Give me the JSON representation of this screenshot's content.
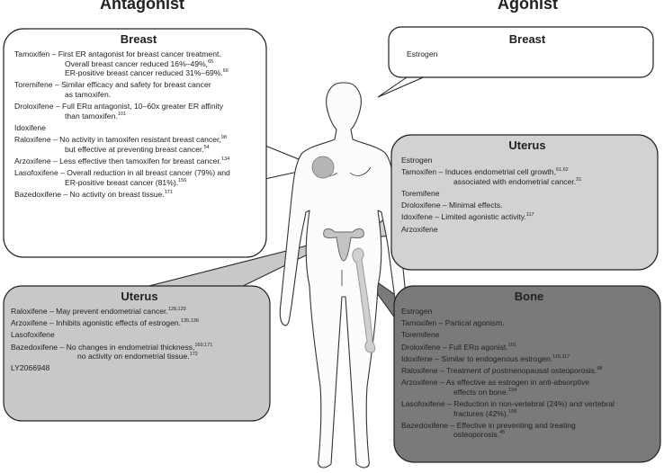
{
  "headings": {
    "antagonist": "Antagonist",
    "agonist": "Agonist"
  },
  "colors": {
    "white_bubble": "#ffffff",
    "light_gray_bubble": "#c8c8c8",
    "mid_gray_bubble": "#d2d2d2",
    "dark_gray_bubble": "#7a7a7a",
    "organ_highlight": "#b5b5b5"
  },
  "antagonist_breast": {
    "title": "Breast",
    "entries": [
      {
        "lines": [
          "Tamoxifen – First ER antagonist for breast cancer treatment.",
          "Overall breast cancer reduced 16%–49%,",
          "ER-positive breast cancer reduced 31%–69%."
        ],
        "sups": [
          "",
          "65",
          "66"
        ]
      },
      {
        "lines": [
          "Toremifene – Similar efficacy and safety for breast cancer",
          "as tamoxifen."
        ],
        "sups": [
          "",
          ""
        ]
      },
      {
        "lines": [
          "Droloxifene – Full ERα antagonist, 10–60x greater ER affinity",
          "than tamoxifen."
        ],
        "sups": [
          "",
          "101"
        ]
      },
      {
        "lines": [
          "Idoxifene"
        ],
        "sups": [
          ""
        ]
      },
      {
        "lines": [
          "Raloxifene – No activity in tamoxifen resistant breast cancer,",
          "but effective at preventing breast cancer."
        ],
        "sups": [
          "98",
          "54"
        ]
      },
      {
        "lines": [
          "Arzoxifene – Less effective then tamoxifen for breast cancer."
        ],
        "sups": [
          "134"
        ]
      },
      {
        "lines": [
          "Lasofoxifene – Overall reduction in all breast cancer (79%) and",
          "ER-positive breast cancer (81%)."
        ],
        "sups": [
          "",
          "156"
        ]
      },
      {
        "lines": [
          "Bazedoxifene – No activity on breast tissue."
        ],
        "sups": [
          "171"
        ]
      }
    ]
  },
  "antagonist_uterus": {
    "title": "Uterus",
    "entries": [
      {
        "lines": [
          "Raloxifene – May prevent endometrial cancer."
        ],
        "sups": [
          "128,129"
        ]
      },
      {
        "lines": [
          "Arzoxifene – Inhibits agonistic effects of estrogen."
        ],
        "sups": [
          "135,136"
        ]
      },
      {
        "lines": [
          "Lasofoxifene"
        ],
        "sups": [
          ""
        ]
      },
      {
        "lines": [
          "Bazedoxifene –  No changes in endometrial thickness,",
          "no activity on endometrial tissue."
        ],
        "sups": [
          "169,171",
          "172"
        ]
      },
      {
        "lines": [
          "LY2066948"
        ],
        "sups": [
          ""
        ]
      }
    ]
  },
  "agonist_breast": {
    "title": "Breast",
    "entries": [
      {
        "lines": [
          "Estrogen"
        ],
        "sups": [
          ""
        ]
      }
    ]
  },
  "agonist_uterus": {
    "title": "Uterus",
    "entries": [
      {
        "lines": [
          "Estrogen"
        ],
        "sups": [
          ""
        ]
      },
      {
        "lines": [
          "Tamoxifen – Induces endometrial cell growth,",
          "associated with endometrial cancer."
        ],
        "sups": [
          "61,62",
          "31"
        ]
      },
      {
        "lines": [
          "Toremifene"
        ],
        "sups": [
          ""
        ]
      },
      {
        "lines": [
          "Droloxifene – Minimal effects."
        ],
        "sups": [
          ""
        ]
      },
      {
        "lines": [
          "Idoxifene – Limited agonistic activity."
        ],
        "sups": [
          "117"
        ]
      },
      {
        "lines": [
          "Arzoxifene"
        ],
        "sups": [
          ""
        ]
      }
    ]
  },
  "agonist_bone": {
    "title": "Bone",
    "entries": [
      {
        "lines": [
          "Estrogen"
        ],
        "sups": [
          ""
        ]
      },
      {
        "lines": [
          "Tamoxifen – Partical agonism."
        ],
        "sups": [
          ""
        ]
      },
      {
        "lines": [
          "Toremifene"
        ],
        "sups": [
          ""
        ]
      },
      {
        "lines": [
          "Droloxifene – Full ERα agonist."
        ],
        "sups": [
          "101"
        ]
      },
      {
        "lines": [
          "Idoxifene – Similar to endogenous estrogen."
        ],
        "sups": [
          "116,117"
        ]
      },
      {
        "lines": [
          "Raloxifene – Treatment of postmenopausal osteoporosis."
        ],
        "sups": [
          "98"
        ]
      },
      {
        "lines": [
          "Arzoxifene – As effective as estrogen in anti-absorptive",
          "effects on bone."
        ],
        "sups": [
          "",
          "134"
        ]
      },
      {
        "lines": [
          "Lasofoxifene – Reduction in non-vertebral (24%) and vertebral",
          "fractures (42%)."
        ],
        "sups": [
          "",
          "158"
        ]
      },
      {
        "lines": [
          "Bazedoxifene – Effective in preventing and treating",
          "osteoporosis."
        ],
        "sups": [
          "",
          "45"
        ]
      }
    ]
  }
}
